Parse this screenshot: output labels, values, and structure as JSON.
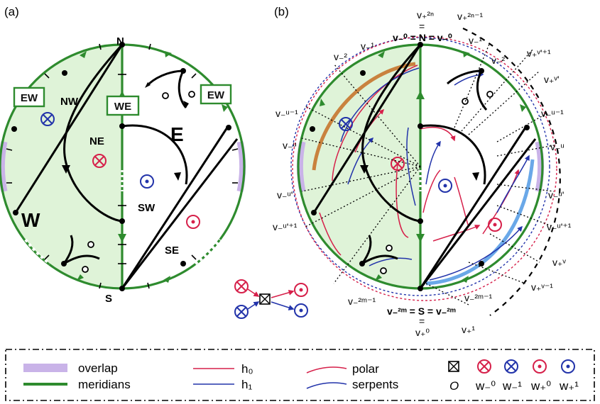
{
  "colors": {
    "green": "#2e8b2e",
    "green_fill": "#dff3d8",
    "overlap": "#c9b3e8",
    "red": "#d6204a",
    "blue": "#2233aa",
    "light_blue": "#6aa8e8",
    "orange": "#c9823e",
    "black": "#000000"
  },
  "panel_a": {
    "label": "(a)",
    "poles": {
      "north": "N",
      "south": "S"
    },
    "regions": {
      "west": "W",
      "east": "E",
      "nw": "NW",
      "ne": "NE",
      "sw": "SW",
      "se": "SE"
    },
    "boxes": {
      "ew_left": "EW",
      "we_center": "WE",
      "ew_right": "EW"
    }
  },
  "panel_b": {
    "label": "(b)",
    "top_labels": {
      "v_plus_2n": "v₊²ⁿ",
      "equals_v": "=",
      "north_eq": "v₋⁰ = N = v₋⁰",
      "v_plus_2n_1": "v₊²ⁿ⁻¹"
    },
    "bottom_labels": {
      "south_eq": "v₋²ᵐ = S = v₋²ᵐ",
      "equals_v": "=",
      "v_plus_0": "v₊⁰",
      "v_plus_1": "v₊¹"
    },
    "rim_labels": {
      "v_minus_1_left": "v₋¹",
      "v_minus_1_right": "v₋¹",
      "v_minus_2_left": "v₋²",
      "v_minus_2_right": "v₋²",
      "v_plus_nu1": "v₊ᵛ'⁺¹",
      "v_plus_nu": "v₊ᵛ'",
      "v_minus_mu_1_left": "v₋ᵘ⁻¹",
      "v_minus_mu_1_right": "v₋ᵘ⁻¹",
      "v_minus_mu_left": "v₋ᵘ",
      "v_minus_mu_right": "v₋ᵘ",
      "v_minus_mup_left": "v₋ᵘ'",
      "v_minus_mup_right": "v₋ᵘ'",
      "v_minus_mup1_left": "v₋ᵘ'⁺¹",
      "v_minus_mup1_right": "v₋ᵘ'⁺¹",
      "v_plus_nu_b": "v₊ᵛ",
      "v_plus_nu_m1": "v₊ᵛ⁻¹",
      "v_minus_2m_1_left": "v₋²ᵐ⁻¹",
      "v_minus_2m_1_right": "v₋²ᵐ⁻¹"
    }
  },
  "legend": {
    "overlap": "overlap",
    "meridians": "meridians",
    "h0": "h₀",
    "h1": "h₁",
    "polar": "polar",
    "serpents": "serpents",
    "O": "O",
    "w_minus_0": "w₋⁰",
    "w_minus_1": "w₋¹",
    "w_plus_0": "w₊⁰",
    "w_plus_1": "w₊¹"
  }
}
